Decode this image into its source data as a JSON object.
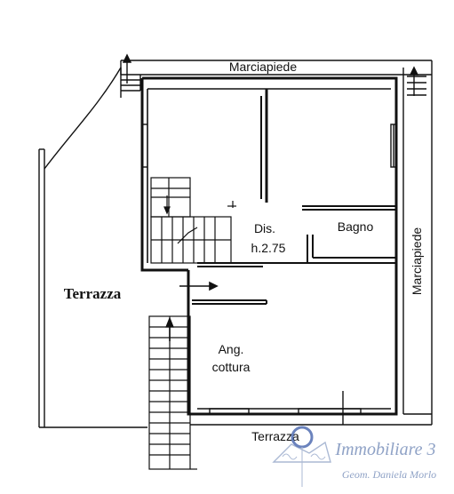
{
  "labels": {
    "sidewalk_top": "Marciapiede",
    "sidewalk_right": "Marciapiede",
    "terrace_left": "Terrazza",
    "terrace_bottom": "Terrazza",
    "hall": "Dis.",
    "hall_height": "h.2.75",
    "bathroom": "Bagno",
    "kitchen_line1": "Ang.",
    "kitchen_line2": "cottura"
  },
  "watermark": {
    "brand": "Immobiliare 3",
    "name": "Geom. Daniela Morlo"
  },
  "colors": {
    "ink": "#111111",
    "watermark": "#8fa2c6"
  }
}
